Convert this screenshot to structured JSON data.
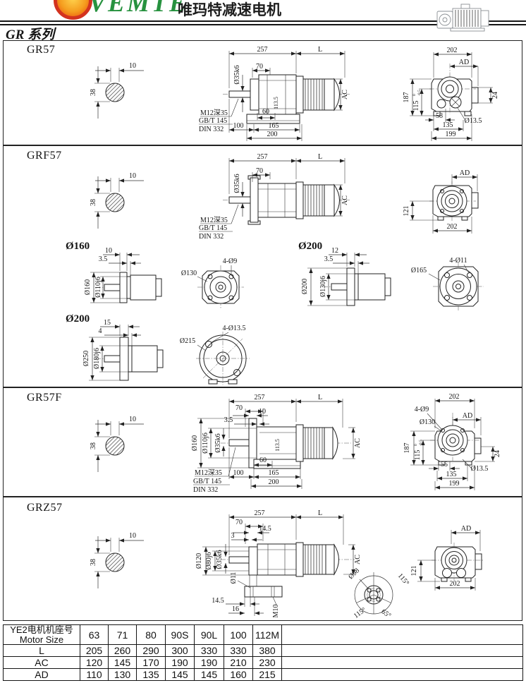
{
  "header": {
    "brand": "VEMTE",
    "brand_cn": "唯玛特减速电机",
    "series": "GR 系列"
  },
  "sections": {
    "gr57": {
      "title": "GR57",
      "key": {
        "w": "10",
        "h": "38"
      },
      "side": {
        "len_gear": "257",
        "len_motor": "L",
        "shaft_dia": "Ø35k6",
        "front": "70",
        "ac": "AC",
        "center_h": "113.5",
        "tap": "M12深35",
        "std1": "GB/T 145",
        "std2": "DIN 332",
        "b60": "60",
        "b100": "100",
        "b165": "165",
        "b200": "200"
      },
      "end": {
        "w202": "202",
        "ad": "AD",
        "h187": "187",
        "h115": "115",
        "tol_up": "0",
        "tol_dn": "-0.5",
        "r24": "24",
        "b58": "58",
        "hole": "Ø13.5",
        "b135": "135",
        "b199": "199"
      }
    },
    "grf57": {
      "title": "GRF57",
      "key": {
        "w": "10",
        "h": "38"
      },
      "side": {
        "len_gear": "257",
        "len_motor": "L",
        "shaft_dia": "Ø35k6",
        "front": "70",
        "ac": "AC",
        "tap": "M12深35",
        "std1": "GB/T 145",
        "std2": "DIN 332"
      },
      "end": {
        "ad": "AD",
        "h121": "121",
        "w202": "202"
      }
    },
    "gr57f": {
      "title": "GR57F",
      "key": {
        "w": "10",
        "h": "38"
      },
      "side": {
        "len_gear": "257",
        "len_motor": "L",
        "front": "70",
        "t1": "10",
        "t2": "3.5",
        "f_outer": "Ø160",
        "f_spigot": "Ø110j6",
        "shaft_dia": "Ø35k6",
        "center_h": "113.5",
        "ac": "AC",
        "tap": "M12深35",
        "std1": "GB/T 145",
        "std2": "DIN 332",
        "b60": "60",
        "b100": "100",
        "b165": "165",
        "b200": "200"
      },
      "end": {
        "w202": "202",
        "holes": "4-Ø9",
        "bolt_circle": "Ø130",
        "ad": "AD",
        "h187": "187",
        "h115": "115",
        "tol_up": "0",
        "tol_dn": "-0.5",
        "r24": "24",
        "b55": "55",
        "hole": "Ø13.5",
        "b135": "135",
        "b199": "199"
      }
    },
    "grz57": {
      "title": "GRZ57",
      "key": {
        "w": "10",
        "h": "38"
      },
      "side": {
        "len_gear": "257",
        "len_motor": "L",
        "front": "70",
        "t1": "14.5",
        "t2": "3",
        "f_outer": "Ø120",
        "f_spigot": "Ø80j6",
        "shaft_dia": "Ø35k6",
        "ac": "AC",
        "hole11": "Ø11",
        "b145": "14.5",
        "b16": "16",
        "m10": "M10"
      },
      "bolt": {
        "bc": "Ø98",
        "a1": "115°",
        "a2": "115°",
        "a3": "65°"
      },
      "end": {
        "ad": "AD",
        "h121": "121",
        "w202": "202"
      }
    }
  },
  "flanges": {
    "f160": {
      "title": "Ø160",
      "t1": "10",
      "t2": "3.5",
      "outer": "Ø160",
      "spigot": "Ø110j6",
      "holes": "4-Ø9",
      "bolt_circle": "Ø130"
    },
    "f200": {
      "title": "Ø200",
      "t1": "12",
      "t2": "3.5",
      "outer": "Ø200",
      "spigot": "Ø130j6",
      "holes": "4-Ø11",
      "bolt_circle": "Ø165"
    },
    "f250": {
      "title": "Ø200",
      "t1": "15",
      "t2": "4",
      "outer": "Ø250",
      "spigot": "Ø180j6",
      "holes": "4-Ø13.5",
      "bolt_circle": "Ø215"
    }
  },
  "table": {
    "header_cn": "YE2电机机座号",
    "header_en": "Motor Size",
    "cols": [
      "63",
      "71",
      "80",
      "90S",
      "90L",
      "100",
      "112M"
    ],
    "rows": [
      {
        "label": "L",
        "values": [
          "205",
          "260",
          "290",
          "300",
          "330",
          "330",
          "380"
        ]
      },
      {
        "label": "AC",
        "values": [
          "120",
          "145",
          "170",
          "190",
          "190",
          "210",
          "230"
        ]
      },
      {
        "label": "AD",
        "values": [
          "110",
          "130",
          "135",
          "145",
          "145",
          "160",
          "215"
        ]
      }
    ]
  }
}
